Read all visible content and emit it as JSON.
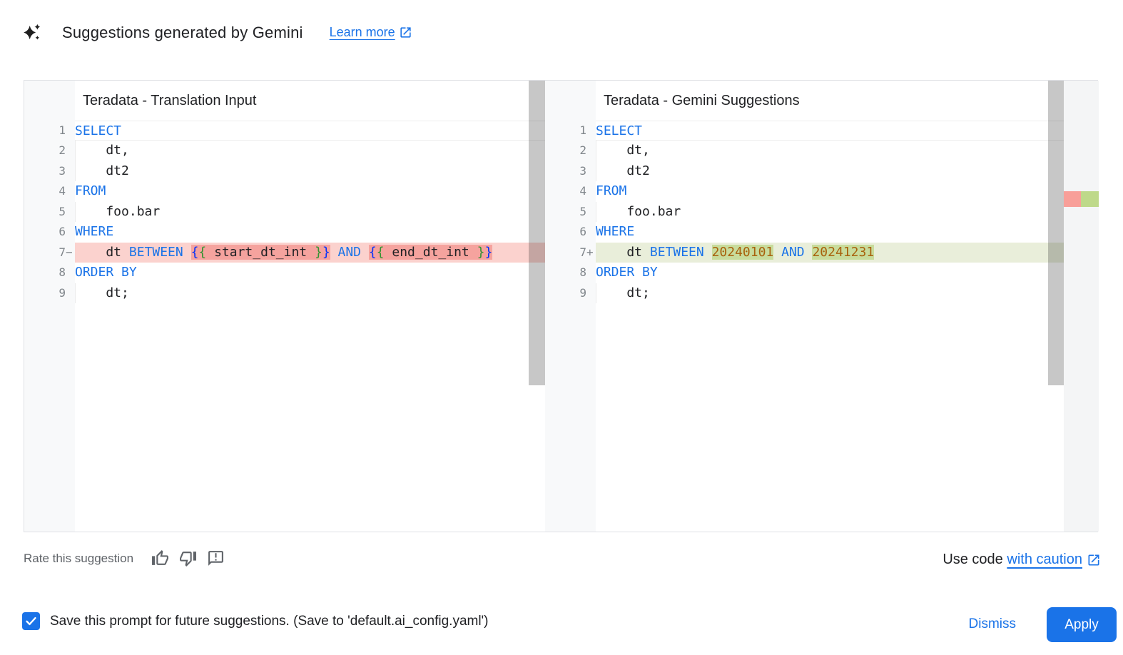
{
  "header": {
    "title": "Suggestions generated by Gemini",
    "learn_more_label": "Learn more"
  },
  "diff": {
    "left": {
      "title": "Teradata - Translation Input",
      "lines": [
        {
          "n": "1",
          "cur": true,
          "segs": [
            {
              "t": "SELECT",
              "c": "k"
            }
          ]
        },
        {
          "n": "2",
          "g": true,
          "segs": [
            {
              "t": "    dt,",
              "c": "d"
            }
          ]
        },
        {
          "n": "3",
          "g": true,
          "segs": [
            {
              "t": "    dt2",
              "c": "d"
            }
          ]
        },
        {
          "n": "4",
          "segs": [
            {
              "t": "FROM",
              "c": "k"
            }
          ]
        },
        {
          "n": "5",
          "g": true,
          "segs": [
            {
              "t": "    foo.bar",
              "c": "d"
            }
          ]
        },
        {
          "n": "6",
          "segs": [
            {
              "t": "WHERE",
              "c": "k"
            }
          ]
        },
        {
          "n": "7",
          "sign": "−",
          "type": "removed",
          "segs": [
            {
              "t": "    dt ",
              "c": "d"
            },
            {
              "t": "BETWEEN",
              "c": "k"
            },
            {
              "t": " ",
              "c": "d"
            },
            {
              "t": "{",
              "c": "b1",
              "h": true
            },
            {
              "t": "{",
              "c": "b2",
              "h": true
            },
            {
              "t": " start_dt_int ",
              "c": "d",
              "h": true
            },
            {
              "t": "}",
              "c": "b2",
              "h": true
            },
            {
              "t": "}",
              "c": "b1",
              "h": true
            },
            {
              "t": " ",
              "c": "d"
            },
            {
              "t": "AND",
              "c": "k"
            },
            {
              "t": " ",
              "c": "d"
            },
            {
              "t": "{",
              "c": "b1",
              "h": true
            },
            {
              "t": "{",
              "c": "b2",
              "h": true
            },
            {
              "t": " end_dt_int ",
              "c": "d",
              "h": true
            },
            {
              "t": "}",
              "c": "b2",
              "h": true
            },
            {
              "t": "}",
              "c": "b1",
              "h": true
            }
          ]
        },
        {
          "n": "8",
          "segs": [
            {
              "t": "ORDER BY",
              "c": "k"
            }
          ]
        },
        {
          "n": "9",
          "g": true,
          "segs": [
            {
              "t": "    dt;",
              "c": "d"
            }
          ]
        }
      ]
    },
    "right": {
      "title": "Teradata - Gemini Suggestions",
      "lines": [
        {
          "n": "1",
          "cur": true,
          "segs": [
            {
              "t": "SELECT",
              "c": "k"
            }
          ]
        },
        {
          "n": "2",
          "g": true,
          "segs": [
            {
              "t": "    dt,",
              "c": "d"
            }
          ]
        },
        {
          "n": "3",
          "g": true,
          "segs": [
            {
              "t": "    dt2",
              "c": "d"
            }
          ]
        },
        {
          "n": "4",
          "segs": [
            {
              "t": "FROM",
              "c": "k"
            }
          ]
        },
        {
          "n": "5",
          "g": true,
          "segs": [
            {
              "t": "    foo.bar",
              "c": "d"
            }
          ]
        },
        {
          "n": "6",
          "segs": [
            {
              "t": "WHERE",
              "c": "k"
            }
          ]
        },
        {
          "n": "7",
          "sign": "+",
          "type": "added",
          "segs": [
            {
              "t": "    dt ",
              "c": "d"
            },
            {
              "t": "BETWEEN",
              "c": "k"
            },
            {
              "t": " ",
              "c": "d"
            },
            {
              "t": "20240101",
              "c": "n",
              "h": true
            },
            {
              "t": " ",
              "c": "d"
            },
            {
              "t": "AND",
              "c": "k"
            },
            {
              "t": " ",
              "c": "d"
            },
            {
              "t": "20241231",
              "c": "n",
              "h": true
            }
          ]
        },
        {
          "n": "8",
          "segs": [
            {
              "t": "ORDER BY",
              "c": "k"
            }
          ]
        },
        {
          "n": "9",
          "g": true,
          "segs": [
            {
              "t": "    dt;",
              "c": "d"
            }
          ]
        }
      ]
    }
  },
  "rate": {
    "label": "Rate this suggestion"
  },
  "caution": {
    "prefix": "Use code ",
    "link": "with caution"
  },
  "footer": {
    "save_label": "Save this prompt for future suggestions. (Save to 'default.ai_config.yaml')",
    "save_checked": true,
    "dismiss_label": "Dismiss",
    "apply_label": "Apply"
  },
  "colors": {
    "accent_blue": "#1a73e8",
    "keyword_blue": "#1a73e8",
    "number_orange": "#a8620c",
    "removed_line_bg": "#fbd2ce",
    "removed_word_bg": "#f5a39e",
    "added_line_bg": "#e9eeda",
    "added_word_bg": "#c8dc9c",
    "gutter_bg": "#f8f9fa",
    "gray_text": "#5f6368"
  }
}
